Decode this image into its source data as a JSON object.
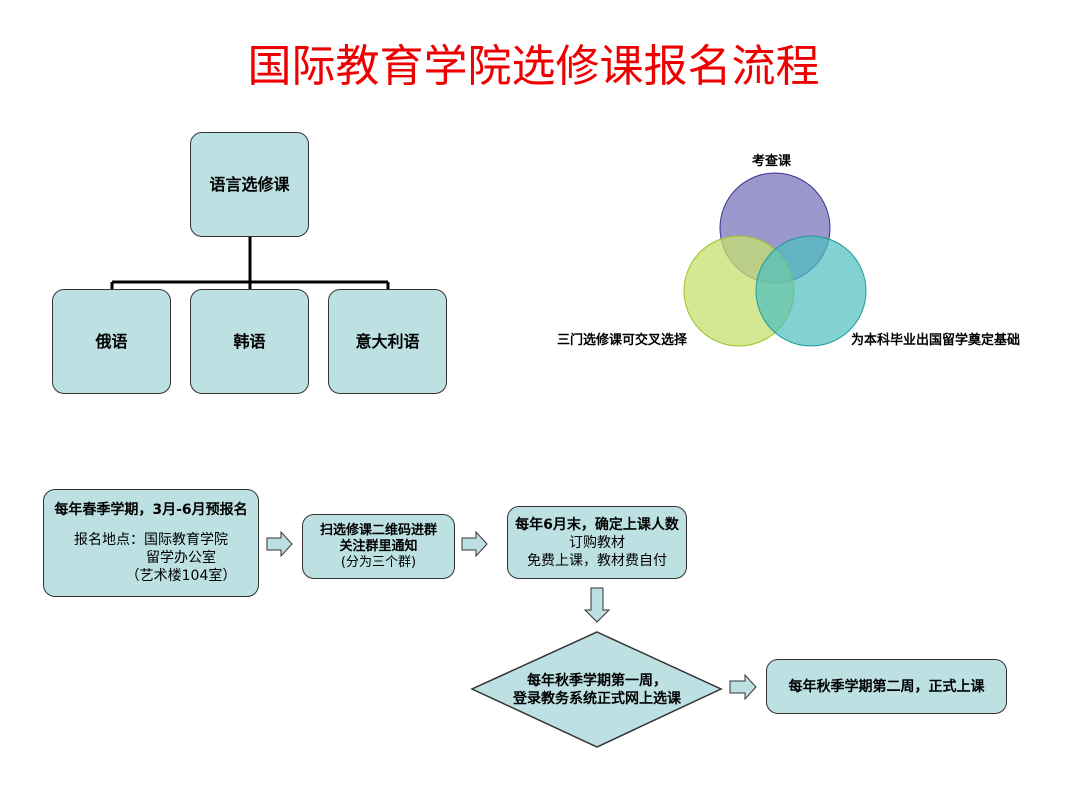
{
  "title": "国际教育学院选修课报名流程",
  "hierarchy": {
    "root": "语言选修课",
    "children": [
      "俄语",
      "韩语",
      "意大利语"
    ]
  },
  "venn": {
    "top": "考查课",
    "left": "三门选修课可交叉选择",
    "right": "为本科毕业出国留学奠定基础",
    "colors": [
      "#8b86c6",
      "#c6e070",
      "#4dbfbf"
    ]
  },
  "flow": {
    "step1": {
      "heading": "每年春季学期，3月-6月预报名",
      "line1": "报名地点：国际教育学院",
      "line2": "留学办公室",
      "line3": "（艺术楼104室）"
    },
    "step2": {
      "line1": "扫选修课二维码进群",
      "line2": "关注群里通知",
      "line3": "(分为三个群)"
    },
    "step3": {
      "heading": "每年6月末，确定上课人数",
      "line1": "订购教材",
      "line2": "免费上课，教材费自付"
    },
    "step4": {
      "line1": "每年秋季学期第一周，",
      "line2": "登录教务系统正式网上选课"
    },
    "step5": {
      "line1": "每年秋季学期第二周，正式上课"
    }
  }
}
